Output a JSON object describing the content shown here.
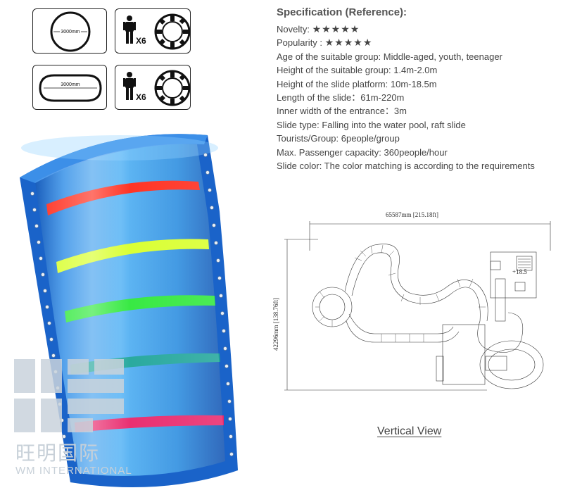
{
  "icons": {
    "ring_label_1": "3000mm",
    "ring_label_2": "3000mm",
    "riders_1": "X6",
    "riders_2": "X6"
  },
  "spec": {
    "title": "Specification (Reference):",
    "lines": [
      {
        "label": "Novelty: ",
        "value": "★★★★★"
      },
      {
        "label": "Popularity : ",
        "value": "★★★★★"
      },
      {
        "label": "Age of the suitable group: Middle-aged, youth, teenager"
      },
      {
        "label": "Height of the suitable group: 1.4m-2.0m"
      },
      {
        "label": "Height of the slide platform: 10m-18.5m"
      },
      {
        "label": "Length of the slide：61m-220m"
      },
      {
        "label": "Inner width of the entrance：3m"
      },
      {
        "label": "Slide type: Falling into the water pool, raft slide"
      },
      {
        "label": "Tourists/Group: 6people/group"
      },
      {
        "label": "Max. Passenger capacity: 360people/hour"
      },
      {
        "label": "Slide color: The color matching is according to the requirements"
      }
    ]
  },
  "plan": {
    "width_dim": "65587mm [215.18ft]",
    "height_dim": "42296mm [138.76ft]",
    "platform_height": "+18.5",
    "caption": "Vertical View"
  },
  "watermark": {
    "cn": "旺明国际",
    "en": "WM INTERNATIONAL"
  },
  "colors": {
    "slide_blue": "#1a6fd0",
    "ring_red": "#ff2a1a",
    "ring_yellow": "#d8ff2a",
    "ring_green": "#2ee83a",
    "ring_teal": "#1fa59a",
    "ring_pink": "#e8256a"
  }
}
